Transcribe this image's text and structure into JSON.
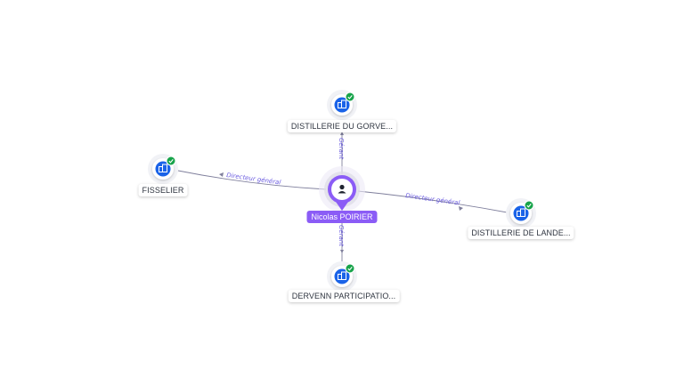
{
  "person": {
    "name": "Nicolas POIRIER",
    "icon": "person-icon"
  },
  "companies": [
    {
      "id": "top",
      "name": "DISTILLERIE DU GORVE...",
      "icon": "building-icon",
      "status_icon": "check-icon"
    },
    {
      "id": "left",
      "name": "FISSELIER",
      "icon": "building-icon",
      "status_icon": "check-icon"
    },
    {
      "id": "right",
      "name": "DISTILLERIE DE LANDE...",
      "icon": "building-icon",
      "status_icon": "check-icon"
    },
    {
      "id": "bottom",
      "name": "DERVENN PARTICIPATIO...",
      "icon": "building-icon",
      "status_icon": "check-icon"
    }
  ],
  "edges": [
    {
      "to": "top",
      "label": "Gérant"
    },
    {
      "to": "left",
      "label": "Directeur général"
    },
    {
      "to": "right",
      "label": "Directeur général"
    },
    {
      "to": "bottom",
      "label": "Gérant"
    }
  ],
  "colors": {
    "person_accent": "#8b5cf6",
    "company_accent": "#1a63e8",
    "status_ok": "#17a34a",
    "edge": "#7f7f9c",
    "edge_label": "#6b5ce0"
  }
}
